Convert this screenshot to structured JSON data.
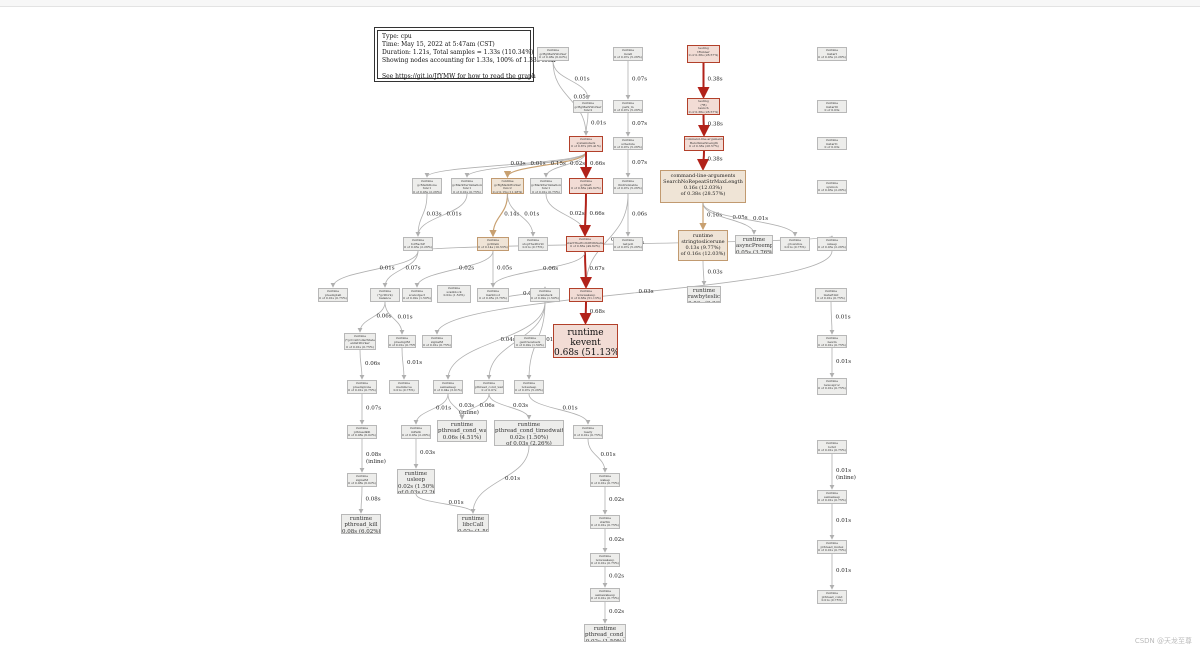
{
  "info": {
    "type": "Type: cpu",
    "time": "Time: May 15, 2022 at 5:47am (CST)",
    "duration": "Duration: 1.21s, Total samples = 1.33s (110.34%)",
    "showing": "Showing nodes accounting for 1.33s, 100% of 1.33s total",
    "see": "See https://git.io/JfYMW for how to read the graph"
  },
  "watermark": "CSDN @天龙至尊",
  "colors": {
    "hot_edge": "#b2221a",
    "normal_edge": "#b0b0b0",
    "warm_edge": "#c8a070"
  },
  "nodes": [
    {
      "id": "n_bgworker",
      "lines": [
        "runtime",
        "gcBgMarkWorker",
        "0 of 0.08s (6.02%)"
      ],
      "style": "normal"
    },
    {
      "id": "n_mcall",
      "lines": [
        "runtime",
        "mcall",
        "0 of 0.07s (5.26%)"
      ],
      "style": "normal"
    },
    {
      "id": "n_testing_trunner",
      "lines": [
        "testing",
        "tRunner",
        "0 of 0.38s (28.57%)"
      ],
      "style": "hot"
    },
    {
      "id": "n_mstart",
      "lines": [
        "runtime",
        "mstart",
        "0 of 0.03s (2.26%)"
      ],
      "style": "normal"
    },
    {
      "id": "n_markbg_func",
      "lines": [
        "runtime",
        "gcBgMarkWorker",
        "func2",
        "0 of 0.05s"
      ],
      "style": "normal"
    },
    {
      "id": "n_park_m",
      "lines": [
        "runtime",
        "park_m",
        "0 of 0.07s (5.26%)"
      ],
      "style": "normal"
    },
    {
      "id": "n_testing_func",
      "lines": [
        "testing",
        "(*B)",
        "launch",
        "0 of 0.38s (28.57%)"
      ],
      "style": "hot"
    },
    {
      "id": "n_mstart0",
      "lines": [
        "runtime",
        "mstart0",
        "0 of 0.03s"
      ],
      "style": "normal"
    },
    {
      "id": "n_systemstack",
      "lines": [
        "runtime",
        "systemstack",
        "0 of 0.87s (65.41%)"
      ],
      "style": "hot"
    },
    {
      "id": "n_schedule",
      "lines": [
        "runtime",
        "schedule",
        "0 of 0.07s (5.26%)"
      ],
      "style": "normal"
    },
    {
      "id": "n_bench",
      "lines": [
        "command-line-arguments",
        "BenchmarkLength",
        "0 of 0.38s (28.57%)"
      ],
      "style": "hot"
    },
    {
      "id": "n_mstart1",
      "lines": [
        "runtime",
        "mstart1",
        "0 of 0.03s"
      ],
      "style": "normal"
    },
    {
      "id": "n_gcmarkdone",
      "lines": [
        "runtime",
        "gcMarkDone",
        "func1",
        "0 of 0.03s (2.26%)"
      ],
      "style": "normal"
    },
    {
      "id": "n_gcmarkterm2",
      "lines": [
        "runtime",
        "gcMarkTermination",
        "func1",
        "0 of 0.01s (0.75%)"
      ],
      "style": "normal"
    },
    {
      "id": "n_gcbgmark_func2",
      "lines": [
        "runtime",
        "gcBgMarkWorker",
        "func2",
        "0 of 0.15s (11.28%)"
      ],
      "style": "warm"
    },
    {
      "id": "n_gcmarkterm",
      "lines": [
        "runtime",
        "gcMarkTermination",
        "func1",
        "0 of 0.01s (0.75%)"
      ],
      "style": "normal"
    },
    {
      "id": "n_gcstart",
      "lines": [
        "runtime",
        "gcStart",
        "0 of 0.66s (49.62%)"
      ],
      "style": "hot"
    },
    {
      "id": "n_findrunnable",
      "lines": [
        "runtime",
        "findrunnable",
        "0 of 0.07s (5.26%)"
      ],
      "style": "normal"
    },
    {
      "id": "n_search",
      "lines": [
        "command-line-arguments",
        "SearchNoRepeatStrMaxLength",
        "0.16s (12.03%)",
        "of 0.38s (28.57%)"
      ],
      "style": "warmbig"
    },
    {
      "id": "n_sysmon",
      "lines": [
        "runtime",
        "sysmon",
        "0 of 0.03s (2.26%)"
      ],
      "style": "normal"
    },
    {
      "id": "n_forEachP",
      "lines": [
        "runtime",
        "forEachP",
        "0 of 0.03s (2.26%)"
      ],
      "style": "normal"
    },
    {
      "id": "n_gcdrain",
      "lines": [
        "runtime",
        "gcDrain",
        "0 of 0.14s (10.53%)"
      ],
      "style": "warm"
    },
    {
      "id": "n_stoptheworld",
      "lines": [
        "runtime",
        "stopTheWorld",
        "0.01s (0.75%)"
      ],
      "style": "normal"
    },
    {
      "id": "n_startworld",
      "lines": [
        "runtime",
        "startTheWorldWithSema",
        "0 of 0.66s (49.62%)"
      ],
      "style": "hot"
    },
    {
      "id": "n_netpoll_run",
      "lines": [
        "runtime",
        "netpoll",
        "0 of 0.07s (5.26%)"
      ],
      "style": "normal"
    },
    {
      "id": "n_concat",
      "lines": [
        "runtime",
        "stringtoslicerune",
        "0.13s (9.77%)",
        "of 0.16s (12.03%)"
      ],
      "style": "warmbig"
    },
    {
      "id": "n_asyncpreempt",
      "lines": [
        "runtime",
        "asyncPreempt",
        "0.05s (3.76%)"
      ],
      "style": "mid"
    },
    {
      "id": "n_growslice",
      "lines": [
        "runtime",
        "growslice",
        "0.01s (0.75%)"
      ],
      "style": "normal"
    },
    {
      "id": "n_usleep_top",
      "lines": [
        "runtime",
        "usleep",
        "0 of 0.03s (2.26%)"
      ],
      "style": "normal"
    },
    {
      "id": "n_preemptall",
      "lines": [
        "runtime",
        "preemptall",
        "0 of 0.01s (0.75%)"
      ],
      "style": "normal"
    },
    {
      "id": "n_fnWork",
      "lines": [
        "runtime",
        "(*gcWork)",
        "balance",
        "0 of 0.01s (0.75%)"
      ],
      "style": "normal"
    },
    {
      "id": "n_scanobj",
      "lines": [
        "runtime",
        "scanobject",
        "0 of 0.02s (1.50%)"
      ],
      "style": "normal"
    },
    {
      "id": "n_markroot",
      "lines": [
        "runtime",
        "markroot",
        "0 of 0.05s (3.76%)"
      ],
      "style": "normal"
    },
    {
      "id": "n_scanstack",
      "lines": [
        "runtime",
        "scanstack",
        "0 of 0.02s (1.50%)"
      ],
      "style": "normal"
    },
    {
      "id": "n_notewake",
      "lines": [
        "runtime",
        "notewakeup",
        "0 of 0.68s (51.13%)"
      ],
      "style": "hot"
    },
    {
      "id": "n_runtime_rawbyte",
      "lines": [
        "runtime",
        "rawbyteslice",
        "0.03s (2.26%)"
      ],
      "style": "mid"
    },
    {
      "id": "n_preemptM",
      "lines": [
        "runtime",
        "preemptM",
        "0 of 0.01s (0.75%)"
      ],
      "style": "normal"
    },
    {
      "id": "n_signalM",
      "lines": [
        "runtime",
        "signalM",
        "0 of 0.01s (0.75%)"
      ],
      "style": "normal"
    },
    {
      "id": "n_scanblock",
      "lines": [
        "runtime",
        "scanblock",
        "0.02s (1.50%)"
      ],
      "style": "normal"
    },
    {
      "id": "n_gentraceback",
      "lines": [
        "runtime",
        "gentraceback",
        "0 of 0.02s (1.50%)"
      ],
      "style": "normal"
    },
    {
      "id": "n_kevent",
      "lines": [
        "runtime",
        "kevent",
        "0.68s (51.13%)"
      ],
      "style": "hugehot"
    },
    {
      "id": "n_gcpreempt",
      "lines": [
        "runtime",
        "(*gcControllerState)",
        "enlistWorker",
        "0 of 0.01s (0.75%)"
      ],
      "style": "normal"
    },
    {
      "id": "n_semawake",
      "lines": [
        "runtime",
        "semawakeup",
        "0 of 0.01s"
      ],
      "style": "normal"
    },
    {
      "id": "n_semacquire",
      "lines": [
        "runtime",
        "semasleep",
        "0 of 0.04s (3.01%)"
      ],
      "style": "normal"
    },
    {
      "id": "n_pthread_cond",
      "lines": [
        "runtime",
        "pthread_cond_wait",
        "0 of 0.07s"
      ],
      "style": "normal"
    },
    {
      "id": "n_mcommoninit",
      "lines": [
        "runtime",
        "notesleep",
        "0 of 0.07s (5.26%)"
      ],
      "style": "normal"
    },
    {
      "id": "n_preemptone",
      "lines": [
        "runtime",
        "preemptone",
        "0 of 0.01s (0.75%)"
      ],
      "style": "normal"
    },
    {
      "id": "n_memmove",
      "lines": [
        "runtime",
        "memmove",
        "0.01s (0.75%)"
      ],
      "style": "normal"
    },
    {
      "id": "n_tgkill",
      "lines": [
        "runtime",
        "pthreadkill",
        "0 of 0.08s (6.02%)"
      ],
      "style": "normal"
    },
    {
      "id": "n_mosyscall",
      "lines": [
        "runtime",
        "mPark",
        "0 of 0.03s (2.26%)"
      ],
      "style": "normal"
    },
    {
      "id": "n_pthread_wait",
      "lines": [
        "runtime",
        "pthread_cond_wait",
        "0.06s (4.51%)"
      ],
      "style": "mid"
    },
    {
      "id": "n_pthread_timed",
      "lines": [
        "runtime",
        "pthread_cond_timedwait_relative_np",
        "0.02s (1.50%)",
        "of 0.03s (2.26%)"
      ],
      "style": "mid"
    },
    {
      "id": "n_ready",
      "lines": [
        "runtime",
        "ready",
        "0 of 0.01s (0.75%)"
      ],
      "style": "normal"
    },
    {
      "id": "n_signalm2",
      "lines": [
        "runtime",
        "signalM",
        "0 of 0.08s (6.02%)"
      ],
      "style": "normal"
    },
    {
      "id": "n_usleep",
      "lines": [
        "runtime",
        "usleep",
        "0.02s (1.50%)",
        "of 0.03s (2.26%)"
      ],
      "style": "mid"
    },
    {
      "id": "n_wakep",
      "lines": [
        "runtime",
        "wakep",
        "0 of 0.01s (0.75%)"
      ],
      "style": "normal"
    },
    {
      "id": "n_pthread_kill",
      "lines": [
        "runtime",
        "pthread_kill",
        "0.08s (6.02%)"
      ],
      "style": "mid"
    },
    {
      "id": "n_libcall",
      "lines": [
        "runtime",
        "libcCall",
        "0.02s (1.50%)"
      ],
      "style": "mid"
    },
    {
      "id": "n_startm",
      "lines": [
        "runtime",
        "startm",
        "0 of 0.01s (0.75%)"
      ],
      "style": "normal"
    },
    {
      "id": "n_notewakeup2",
      "lines": [
        "runtime",
        "notewakeup",
        "0 of 0.01s (0.75%)"
      ],
      "style": "normal"
    },
    {
      "id": "n_semawakeup2",
      "lines": [
        "runtime",
        "semawakeup",
        "0 of 0.01s (0.75%)"
      ],
      "style": "normal"
    },
    {
      "id": "n_pthread_signal",
      "lines": [
        "runtime",
        "pthread_cond_signal",
        "0.02s (1.50%)"
      ],
      "style": "mid"
    },
    {
      "id": "n_r_timeout",
      "lines": [
        "runtime",
        "mstartm0",
        "0 of 0.01s (0.75%)"
      ],
      "style": "normal"
    },
    {
      "id": "n_r_newm",
      "lines": [
        "runtime",
        "newm",
        "0 of 0.01s (0.75%)"
      ],
      "style": "normal"
    },
    {
      "id": "n_r_newproc",
      "lines": [
        "runtime",
        "newosproc",
        "0 of 0.01s (0.75%)"
      ],
      "style": "normal"
    },
    {
      "id": "n_r_clone",
      "lines": [
        "runtime",
        "pthread_create",
        "0 of 0.01s (0.75%)"
      ],
      "style": "normal"
    },
    {
      "id": "n_r_lock",
      "lines": [
        "runtime",
        "lock2",
        "0 of 0.01s (0.75%)"
      ],
      "style": "normal"
    },
    {
      "id": "n_r_wait",
      "lines": [
        "runtime",
        "semasleep",
        "0 of 0.01s (0.75%)"
      ],
      "style": "normal"
    },
    {
      "id": "n_r_usleep",
      "lines": [
        "runtime",
        "pthread_mutex",
        "0 of 0.01s (0.75%)"
      ],
      "style": "normal"
    },
    {
      "id": "n_r_pthread",
      "lines": [
        "runtime",
        "pthread_cond",
        "0.01s (0.75%)"
      ],
      "style": "normal"
    }
  ],
  "edges": [
    {
      "from": "n_bgworker",
      "to": "n_systemstack",
      "label": "0.05s",
      "style": "normal"
    },
    {
      "from": "n_bgworker",
      "to": "n_markbg_func",
      "label": "0.01s",
      "style": "normal"
    },
    {
      "from": "n_markbg_func",
      "to": "n_systemstack",
      "label": "0.01s",
      "style": "normal"
    },
    {
      "from": "n_mcall",
      "to": "n_park_m",
      "label": "0.07s",
      "style": "normal"
    },
    {
      "from": "n_park_m",
      "to": "n_schedule",
      "label": "0.07s",
      "style": "normal"
    },
    {
      "from": "n_schedule",
      "to": "n_findrunnable",
      "label": "0.07s",
      "style": "normal"
    },
    {
      "from": "n_findrunnable",
      "to": "n_netpoll_run",
      "label": "0.06s",
      "style": "normal"
    },
    {
      "from": "n_findrunnable",
      "to": "n_notewake",
      "label": "0.01s",
      "style": "normal"
    },
    {
      "from": "n_testing_trunner",
      "to": "n_testing_func",
      "label": "0.38s",
      "style": "hot"
    },
    {
      "from": "n_testing_func",
      "to": "n_bench",
      "label": "0.38s",
      "style": "hot"
    },
    {
      "from": "n_bench",
      "to": "n_search",
      "label": "0.38s",
      "style": "hot"
    },
    {
      "from": "n_search",
      "to": "n_concat",
      "label": "0.16s",
      "style": "warm"
    },
    {
      "from": "n_search",
      "to": "n_asyncpreempt",
      "label": "0.05s",
      "style": "normal"
    },
    {
      "from": "n_search",
      "to": "n_growslice",
      "label": "0.01s",
      "style": "normal"
    },
    {
      "from": "n_concat",
      "to": "n_runtime_rawbyte",
      "label": "0.03s",
      "style": "normal"
    },
    {
      "from": "n_systemstack",
      "to": "n_gcmarkdone",
      "label": "0.03s",
      "style": "normal"
    },
    {
      "from": "n_systemstack",
      "to": "n_gcmarkterm2",
      "label": "0.01s",
      "style": "normal"
    },
    {
      "from": "n_systemstack",
      "to": "n_gcbgmark_func2",
      "label": "0.15s",
      "style": "warm"
    },
    {
      "from": "n_systemstack",
      "to": "n_gcmarkterm",
      "label": "0.02s",
      "style": "normal"
    },
    {
      "from": "n_systemstack",
      "to": "n_gcstart",
      "label": "0.66s",
      "style": "hot"
    },
    {
      "from": "n_gcmarkdone",
      "to": "n_forEachP",
      "label": "0.03s",
      "style": "normal"
    },
    {
      "from": "n_gcmarkterm2",
      "to": "n_forEachP",
      "label": "0.01s",
      "style": "normal"
    },
    {
      "from": "n_gcbgmark_func2",
      "to": "n_gcdrain",
      "label": "0.14s",
      "style": "warm"
    },
    {
      "from": "n_gcbgmark_func2",
      "to": "n_stoptheworld",
      "label": "0.01s",
      "style": "normal"
    },
    {
      "from": "n_gcmarkterm",
      "to": "n_startworld",
      "label": "0.02s",
      "style": "normal"
    },
    {
      "from": "n_gcstart",
      "to": "n_startworld",
      "label": "0.66s",
      "style": "hot"
    },
    {
      "from": "n_startworld",
      "to": "n_notewake",
      "label": "0.67s",
      "style": "hot"
    },
    {
      "from": "n_startworld",
      "to": "n_markroot",
      "label": "0.06s",
      "style": "normal"
    },
    {
      "from": "n_notewake",
      "to": "n_kevent",
      "label": "0.68s",
      "style": "hot"
    },
    {
      "from": "n_forEachP",
      "to": "n_preemptall",
      "label": "0.01s",
      "style": "normal"
    },
    {
      "from": "n_forEachP",
      "to": "n_fnWork",
      "label": "0.07s",
      "style": "normal"
    },
    {
      "from": "n_forEachP",
      "to": "n_usleep_top",
      "label": "0.03s",
      "style": "normal"
    },
    {
      "from": "n_gcdrain",
      "to": "n_scanobj",
      "label": "0.02s",
      "style": "normal"
    },
    {
      "from": "n_gcdrain",
      "to": "n_markroot",
      "label": "0.05s",
      "style": "normal"
    },
    {
      "from": "n_markroot",
      "to": "n_scanstack",
      "label": "0.05s",
      "style": "normal"
    },
    {
      "from": "n_fnWork",
      "to": "n_gcpreempt",
      "label": "0.06s",
      "style": "normal"
    },
    {
      "from": "n_fnWork",
      "to": "n_preemptM",
      "label": "0.01s",
      "style": "normal"
    },
    {
      "from": "n_usleep_top",
      "to": "n_signalM",
      "label": "0.03s",
      "style": "normal"
    },
    {
      "from": "n_scanstack",
      "to": "n_semacquire",
      "label": "0.04s",
      "style": "normal"
    },
    {
      "from": "n_scanstack",
      "to": "n_pthread_cond",
      "label": "0.03s",
      "style": "normal"
    },
    {
      "from": "n_scanstack",
      "to": "n_mcommoninit",
      "label": "0.01s",
      "style": "normal"
    },
    {
      "from": "n_gcpreempt",
      "to": "n_preemptone",
      "label": "0.06s",
      "style": "normal"
    },
    {
      "from": "n_preemptM",
      "to": "n_memmove",
      "label": "0.01s",
      "style": "normal"
    },
    {
      "from": "n_preemptone",
      "to": "n_tgkill",
      "label": "0.07s",
      "style": "normal"
    },
    {
      "from": "n_tgkill",
      "to": "n_signalm2",
      "label": "0.08s\n(inline)",
      "style": "normal"
    },
    {
      "from": "n_signalm2",
      "to": "n_pthread_kill",
      "label": "0.08s",
      "style": "normal"
    },
    {
      "from": "n_semacquire",
      "to": "n_mosyscall",
      "label": "0.01s",
      "style": "normal"
    },
    {
      "from": "n_semacquire",
      "to": "n_pthread_wait",
      "label": "0.03s\n(inline)",
      "style": "normal"
    },
    {
      "from": "n_pthread_cond",
      "to": "n_pthread_wait",
      "label": "0.06s",
      "style": "normal"
    },
    {
      "from": "n_pthread_cond",
      "to": "n_pthread_timed",
      "label": "0.03s",
      "style": "normal"
    },
    {
      "from": "n_mosyscall",
      "to": "n_usleep",
      "label": "0.03s",
      "style": "normal"
    },
    {
      "from": "n_usleep",
      "to": "n_libcall",
      "label": "0.01s",
      "style": "normal"
    },
    {
      "from": "n_pthread_timed",
      "to": "n_libcall",
      "label": "0.01s",
      "style": "normal"
    },
    {
      "from": "n_mcommoninit",
      "to": "n_ready",
      "label": "0.01s",
      "style": "normal"
    },
    {
      "from": "n_ready",
      "to": "n_wakep",
      "label": "0.01s",
      "style": "normal"
    },
    {
      "from": "n_wakep",
      "to": "n_startm",
      "label": "0.02s",
      "style": "normal"
    },
    {
      "from": "n_startm",
      "to": "n_notewakeup2",
      "label": "0.02s",
      "style": "normal"
    },
    {
      "from": "n_notewakeup2",
      "to": "n_semawakeup2",
      "label": "0.02s",
      "style": "normal"
    },
    {
      "from": "n_semawakeup2",
      "to": "n_pthread_signal",
      "label": "0.02s",
      "style": "normal"
    },
    {
      "from": "n_r_timeout",
      "to": "n_r_newm",
      "label": "0.01s",
      "style": "normal"
    },
    {
      "from": "n_r_newm",
      "to": "n_r_newproc",
      "label": "0.01s",
      "style": "normal"
    },
    {
      "from": "n_r_newproc",
      "to": "n_r_clone",
      "label": "0.01s",
      "style": "normal"
    },
    {
      "from": "n_r_clone",
      "to": "n_r_lock",
      "label": "0.01s\n(inline)",
      "style": "normal"
    },
    {
      "from": "n_r_lock",
      "to": "n_r_wait",
      "label": "0.01s\n(inline)",
      "style": "normal"
    },
    {
      "from": "n_r_wait",
      "to": "n_r_usleep",
      "label": "0.01s",
      "style": "normal"
    },
    {
      "from": "n_r_usleep",
      "to": "n_r_pthread",
      "label": "0.01s",
      "style": "normal"
    }
  ]
}
